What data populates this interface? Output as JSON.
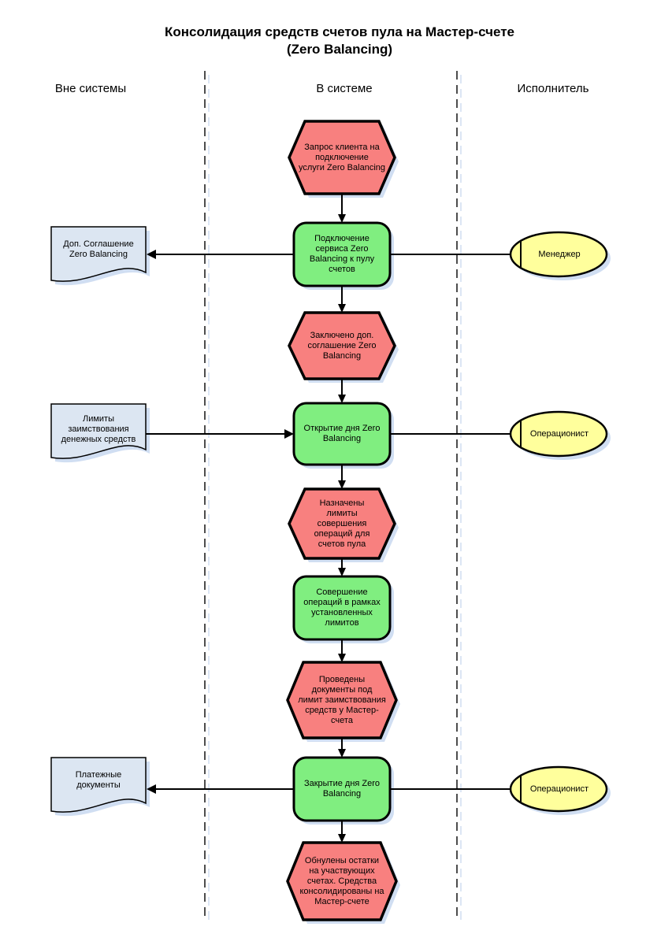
{
  "title": "Консолидация средств счетов пула на Мастер-счете\n(Zero Balancing)",
  "lanes": [
    {
      "label": "Вне системы"
    },
    {
      "label": "В системе"
    },
    {
      "label": "Исполнитель"
    }
  ],
  "colors": {
    "event": "#F8807F",
    "function": "#80EE80",
    "role": "#FFFF9C",
    "document": "#DCE6F2",
    "shadow": "#D0DEF2",
    "lane_line": "#4D4D4D"
  },
  "events": [
    {
      "label": "Запрос клиента на\nподключение\nуслуги Zero Balancing"
    },
    {
      "label": "Заключено доп.\nсоглашение Zero\nBalancing"
    },
    {
      "label": "Назначены\nлимиты\nсовершения\nопераций для\nсчетов пула"
    },
    {
      "label": "Проведены\nдокументы под\nлимит заимствования\nсредств у Мастер-\nсчета"
    },
    {
      "label": "Обнулены остатки\nна участвующих\nсчетах. Средства\nконсолидированы на\nМастер-счете"
    }
  ],
  "functions": [
    {
      "label": "Подключение\nсервиса Zero\nBalancing к пулу\nсчетов"
    },
    {
      "label": "Открытие дня Zero\nBalancing"
    },
    {
      "label": "Совершение\nопераций в рамках\nустановленных\nлимитов"
    },
    {
      "label": "Закрытие дня Zero\nBalancing"
    }
  ],
  "documents": [
    {
      "label": "Доп. Соглашение\nZero Balancing"
    },
    {
      "label": "Лимиты\nзаимствования\nденежных средств"
    },
    {
      "label": "Платежные\nдокументы"
    }
  ],
  "roles": [
    {
      "label": "Менеджер"
    },
    {
      "label": "Операционист"
    },
    {
      "label": "Операционист"
    }
  ]
}
